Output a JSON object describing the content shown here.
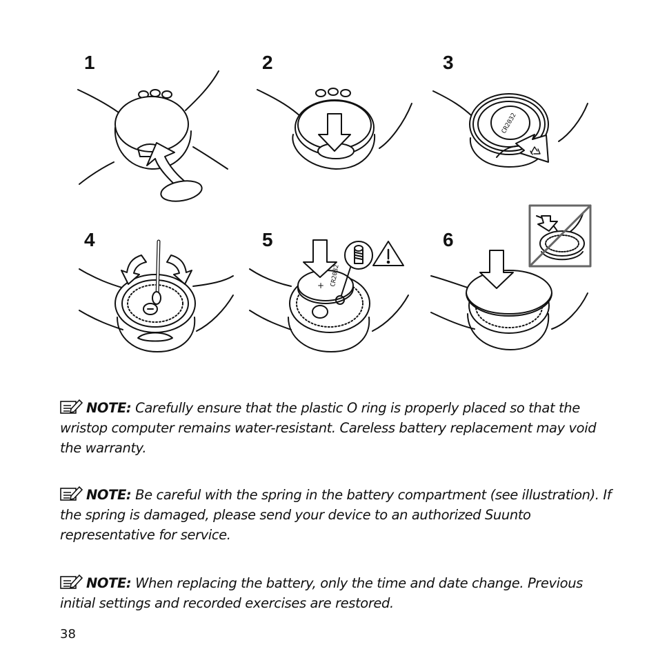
{
  "steps": [
    "1",
    "2",
    "3",
    "4",
    "5",
    "6"
  ],
  "battery_marking": "CR2032",
  "battery_polarity": "+",
  "icons": {
    "note": "note-pencil-icon",
    "warning": "warning-triangle-icon",
    "recycle": "recycle-icon"
  },
  "notes": [
    {
      "label": "NOTE:",
      "text": "Carefully ensure that the plastic O ring is properly placed so that the wristop computer remains water-resistant. Careless battery replacement may void the warranty."
    },
    {
      "label": "NOTE:",
      "text": "Be careful with the spring in the battery compartment (see illustration). If the spring is damaged, please send your device to an authorized Suunto representative for service."
    },
    {
      "label": "NOTE:",
      "text": "When replacing the battery, only the time and date change. Previous initial settings and recorded exercises are restored."
    }
  ],
  "page_number": "38"
}
